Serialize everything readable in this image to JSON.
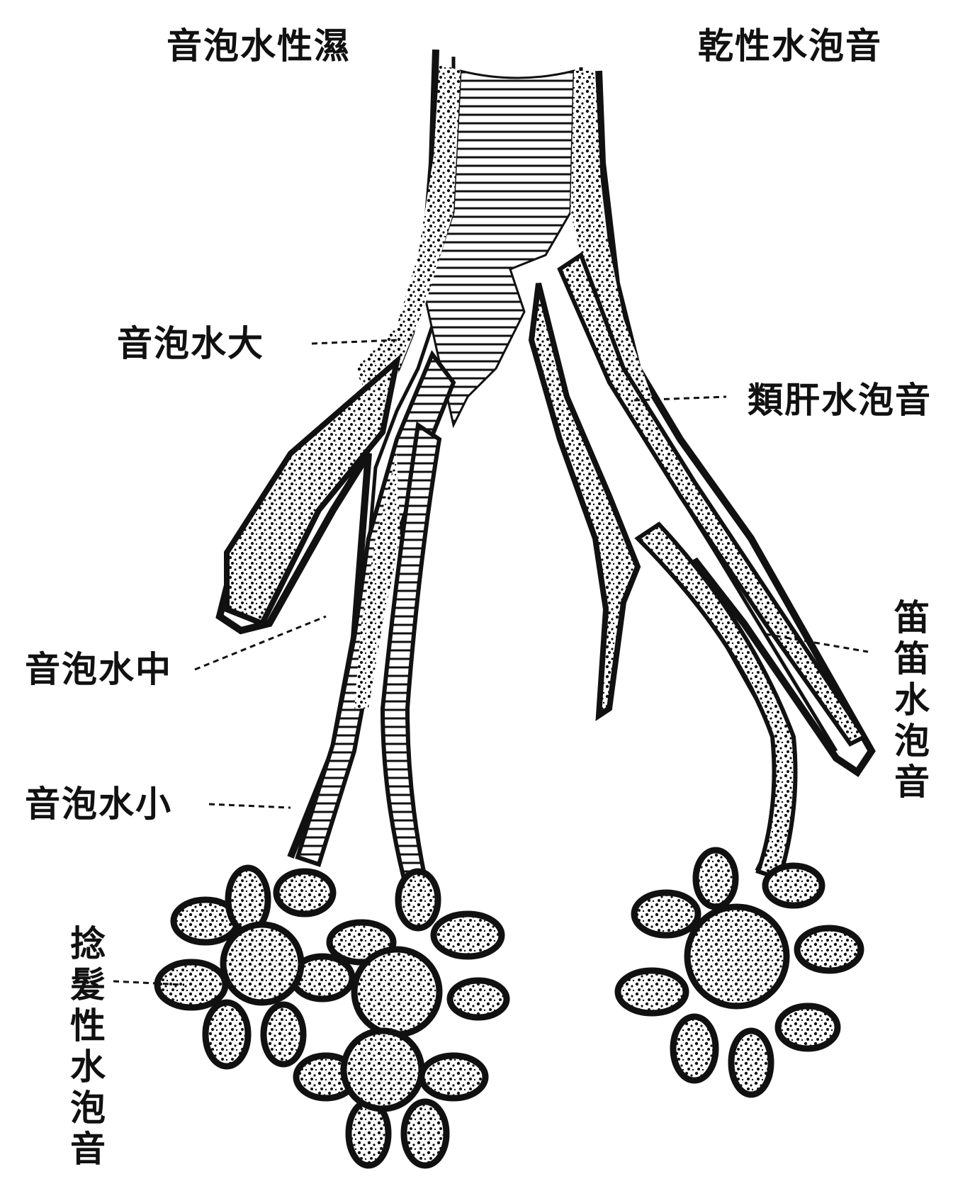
{
  "labels": {
    "top_left": "音泡水性濕",
    "top_right": "乾性水泡音",
    "large_bubble": "音泡水大",
    "right_mid": "類肝水泡音",
    "medium_bubble": "音泡水中",
    "small_bubble": "音泡水小",
    "right_vertical": "笛笛水泡音",
    "bottom_left_vertical": "捻髮性水泡音"
  },
  "colors": {
    "ink": "#111111",
    "paper": "#ffffff"
  }
}
